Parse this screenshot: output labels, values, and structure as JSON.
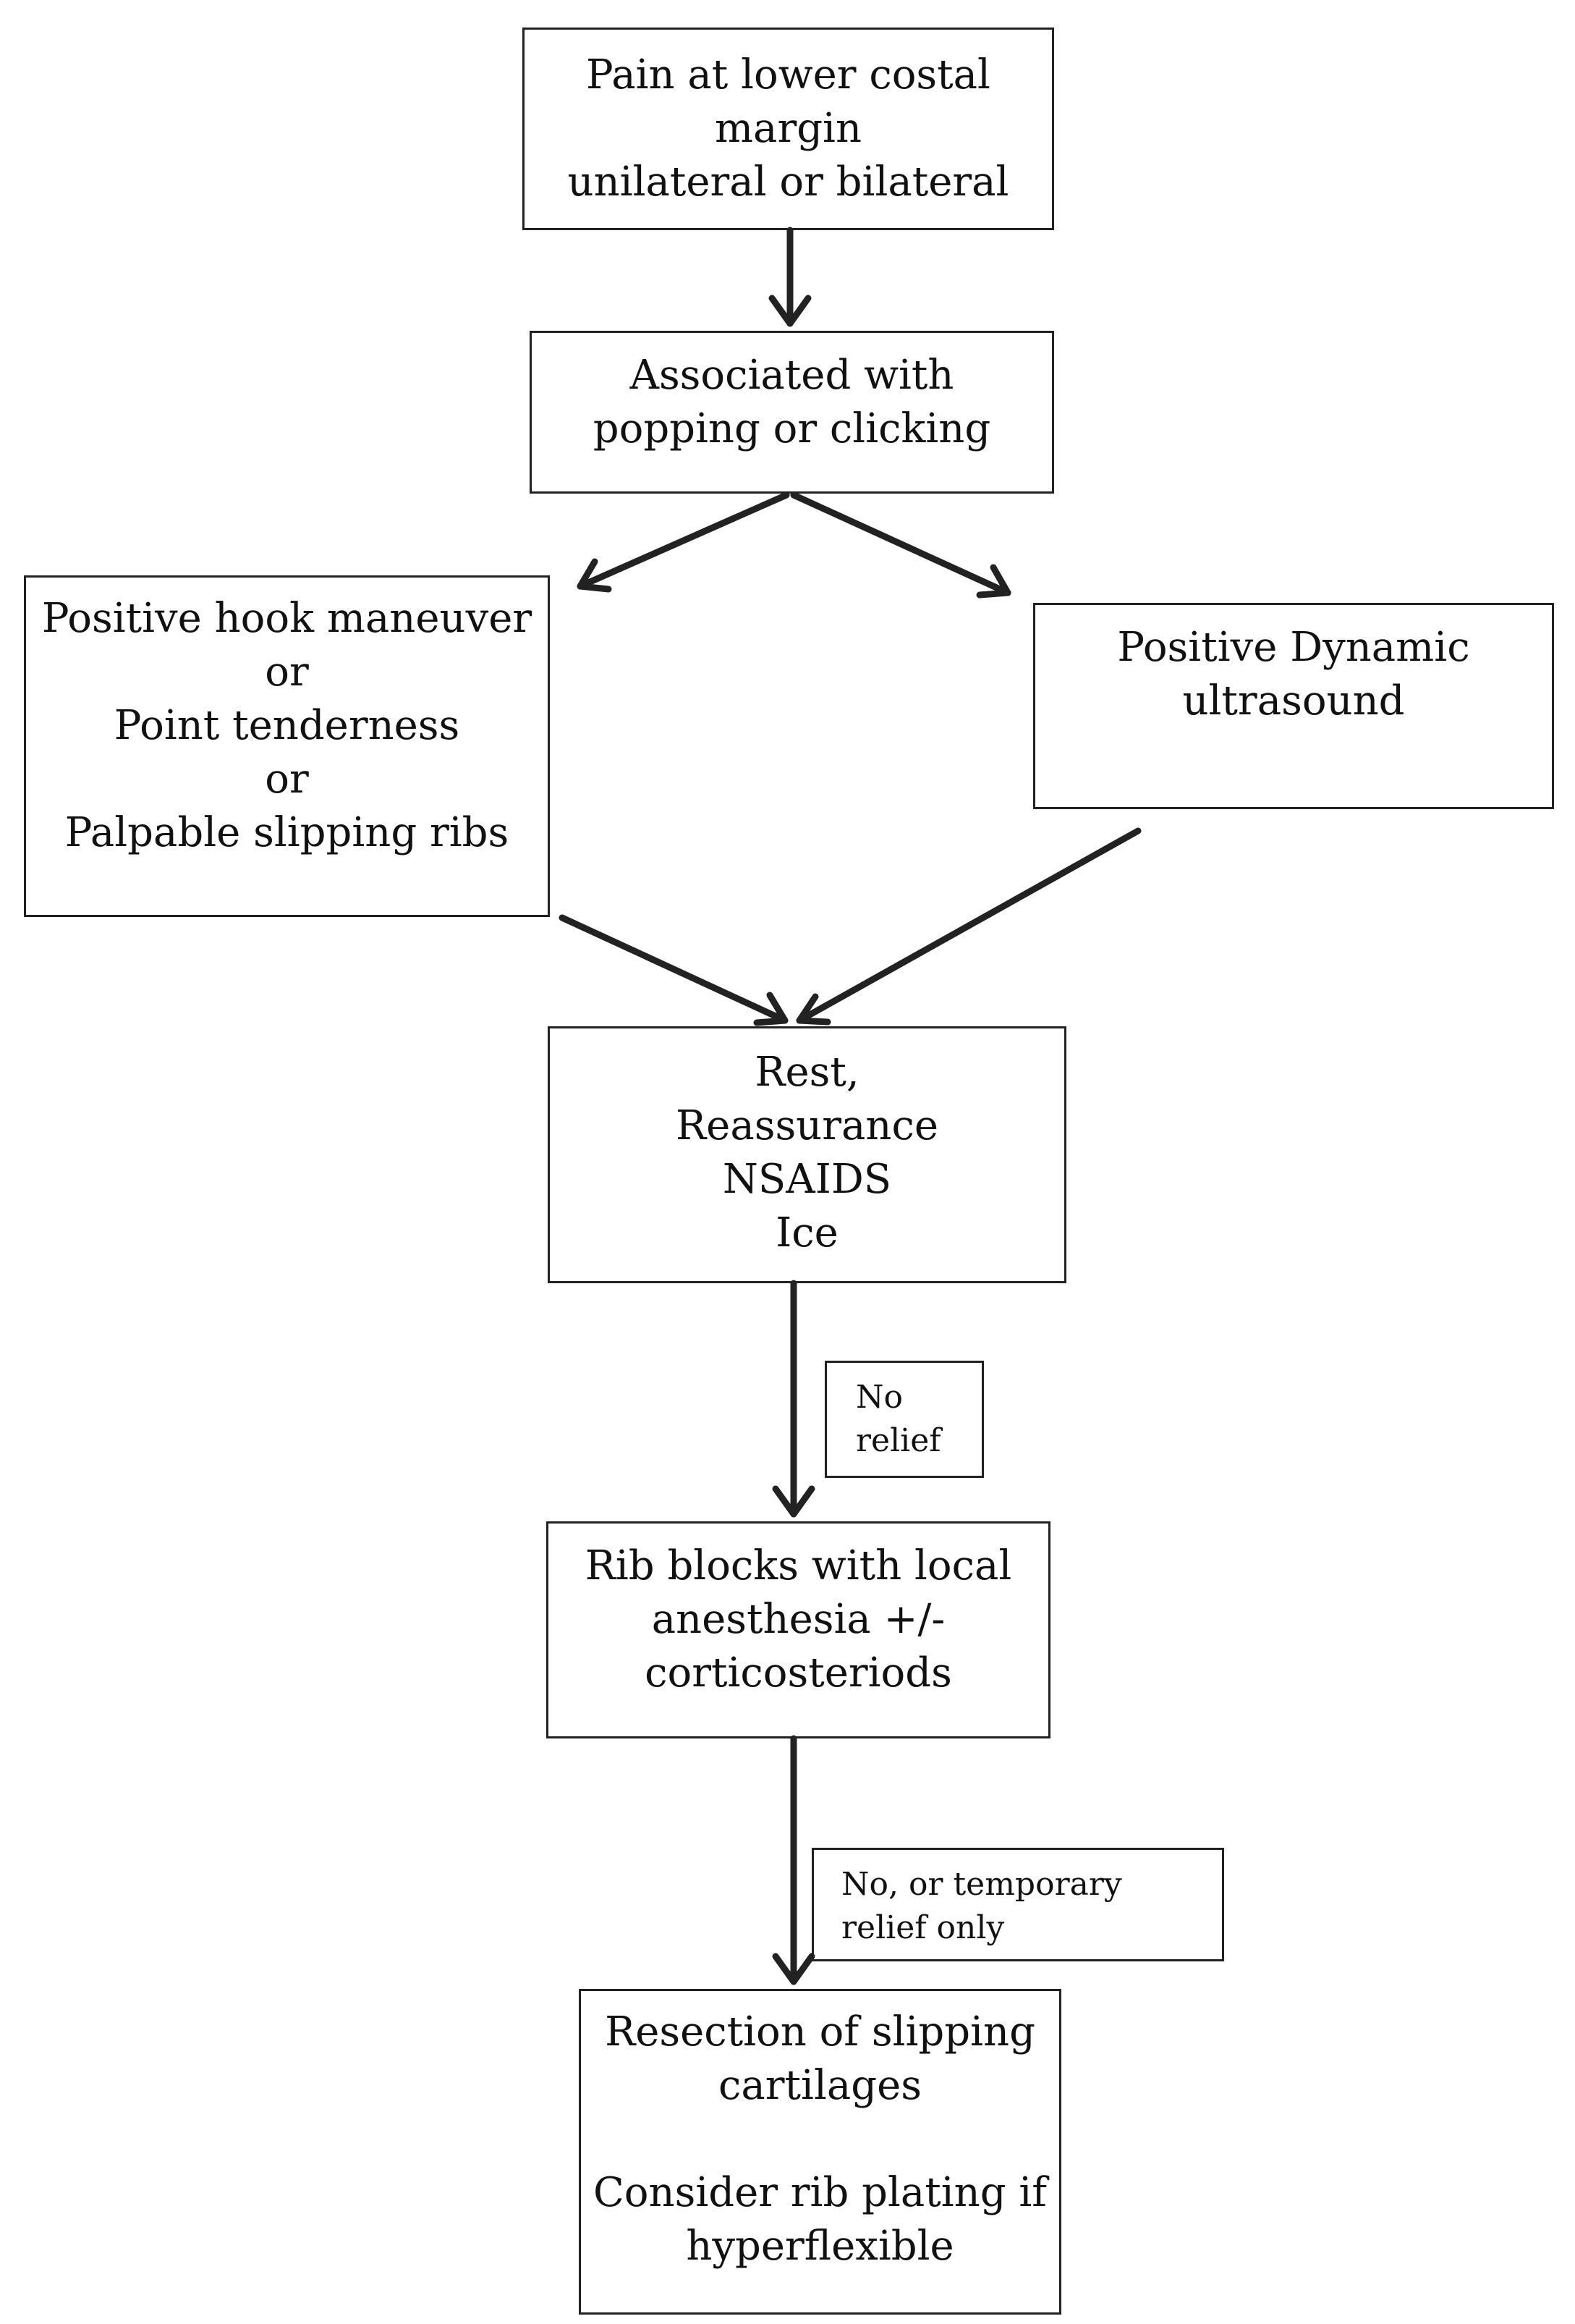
{
  "nodes": {
    "start": [
      "Pain at lower costal",
      "margin",
      "unilateral or bilateral"
    ],
    "popping": [
      "Associated with",
      "popping or clicking"
    ],
    "exam": [
      "Positive hook maneuver",
      "or",
      "Point tenderness",
      "or",
      "Palpable slipping ribs"
    ],
    "ultrasound": [
      "Positive Dynamic",
      "ultrasound"
    ],
    "conservative": [
      "Rest,",
      "Reassurance",
      "NSAIDS",
      "Ice"
    ],
    "ribblock": [
      "Rib blocks with local",
      "anesthesia +/-",
      "corticosteriods"
    ],
    "resection": [
      "Resection of slipping",
      "cartilages",
      "",
      "Consider rib plating if",
      "hyperflexible"
    ]
  },
  "edge_labels": {
    "no_relief": [
      "No",
      "relief"
    ],
    "temporary_relief": [
      "No, or temporary",
      "relief only"
    ]
  },
  "colors": {
    "stroke": "#222222",
    "text": "#111111",
    "background": "#ffffff"
  }
}
